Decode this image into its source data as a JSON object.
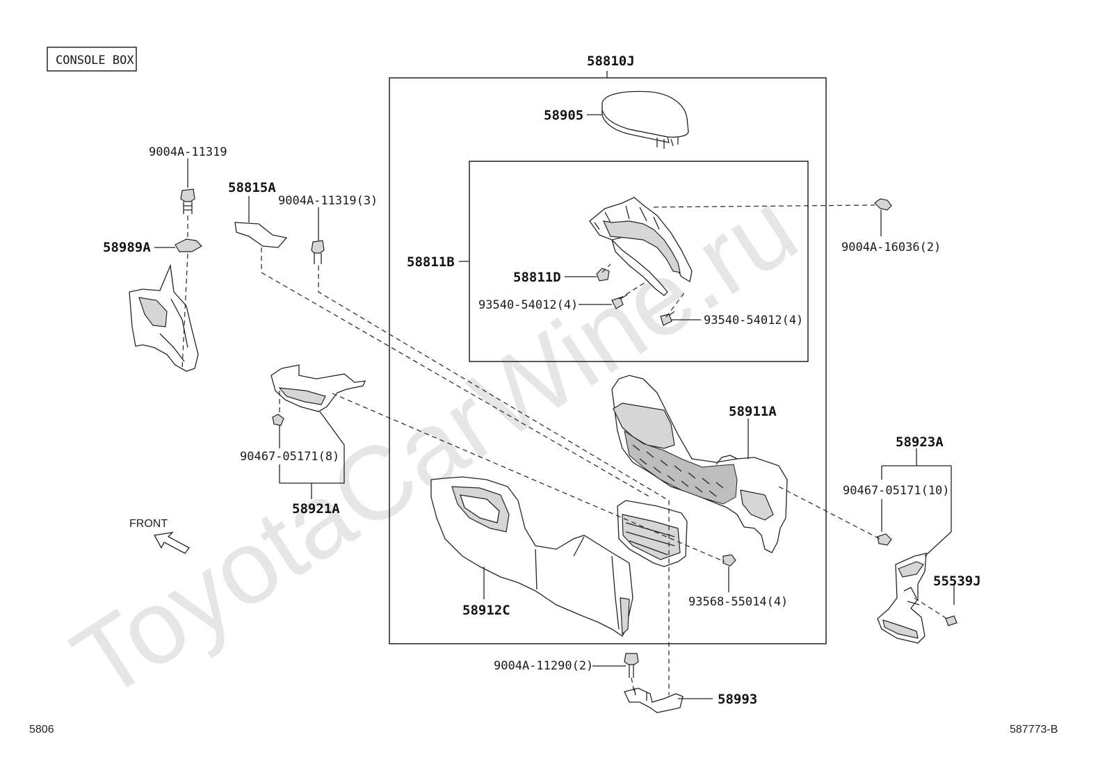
{
  "header": {
    "section_label": "CONSOLE BOX"
  },
  "watermark": "ToyotaCarWine.ru",
  "footer": {
    "page_code": "5806",
    "figure_code": "587773-B"
  },
  "direction": {
    "front_label": "FRONT"
  },
  "callouts": {
    "c58810J": "58810J",
    "c58905": "58905",
    "c58811B": "58811B",
    "c58811D": "58811D",
    "c93540_left": "93540-54012(4)",
    "c93540_right": "93540-54012(4)",
    "c9004A_16036": "9004A-16036(2)",
    "c58911A": "58911A",
    "c58923A": "58923A",
    "c90467_10": "90467-05171(10)",
    "c55539J": "55539J",
    "c93568": "93568-55014(4)",
    "c58912C": "58912C",
    "c9004A_11290": "9004A-11290(2)",
    "c58993": "58993",
    "c9004A_11319": "9004A-11319",
    "c58815A": "58815A",
    "c9004A_11319_3": "9004A-11319(3)",
    "c58989A": "58989A",
    "c90467_8": "90467-05171(8)",
    "c58921A": "58921A"
  }
}
